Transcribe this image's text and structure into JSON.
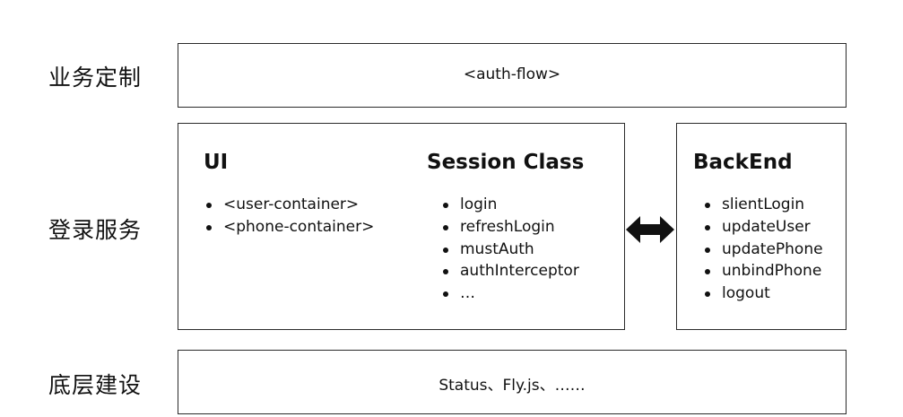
{
  "layers": {
    "business": {
      "label": "业务定制",
      "content": "<auth-flow>"
    },
    "login_service": {
      "label": "登录服务",
      "ui": {
        "title": "UI",
        "items": [
          "<user-container>",
          "<phone-container>"
        ]
      },
      "session": {
        "title": "Session Class",
        "items": [
          "login",
          "refreshLogin",
          "mustAuth",
          "authInterceptor",
          "…"
        ]
      },
      "backend": {
        "title": "BackEnd",
        "items": [
          "slientLogin",
          "updateUser",
          "updatePhone",
          "unbindPhone",
          "logout"
        ]
      }
    },
    "infrastructure": {
      "label": "底层建设",
      "content": "Status、Fly.js、……"
    }
  },
  "colors": {
    "stroke": "#2a2a2a",
    "text": "#111111",
    "background": "#ffffff"
  },
  "icons": {
    "connector": "double-arrow-icon"
  }
}
